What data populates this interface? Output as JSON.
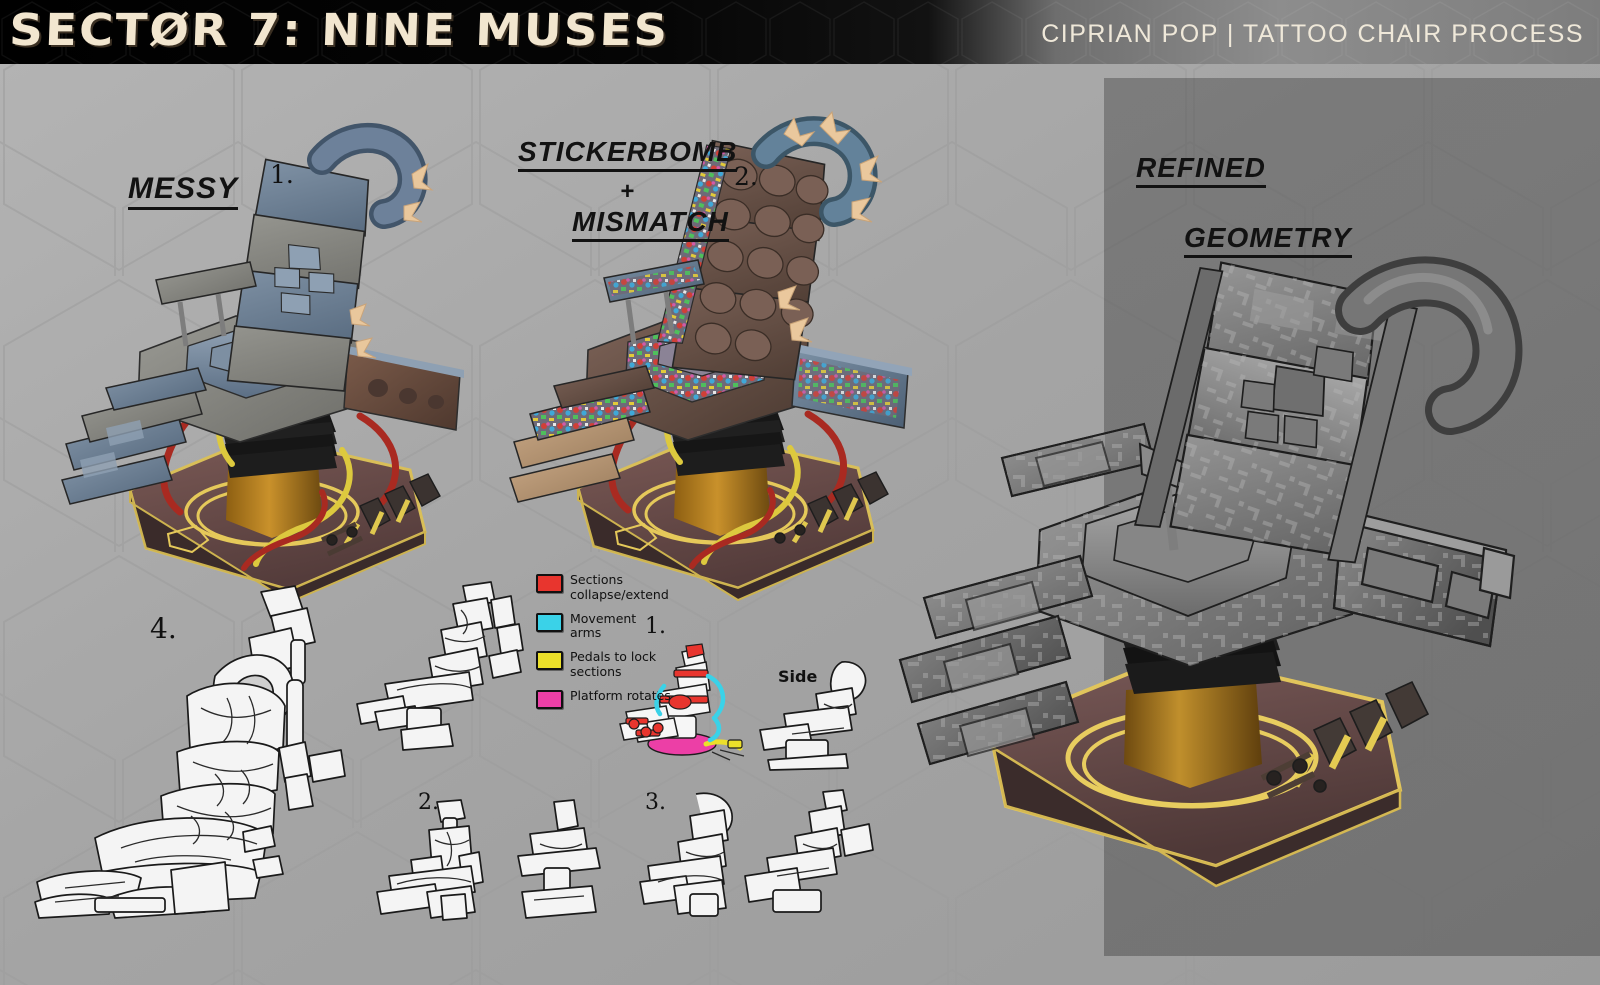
{
  "header": {
    "title": "SECTØR 7: NINE MUSES",
    "credit": "CIPRIAN POP  |  TATTOO CHAIR PROCESS"
  },
  "labels": {
    "messy": "MESSY",
    "messy_number": "1.",
    "stickerbomb": "STICKERBOMB",
    "plus": "+",
    "mismatch": "MISMATCH",
    "stickerbomb_number": "2.",
    "refined": "REFINED",
    "geometry": "GEOMETRY",
    "sketch_4": "4.",
    "sketch_2": "2.",
    "sketch_3": "3.",
    "thumb_1": "1.",
    "side_view": "Side"
  },
  "legend": {
    "items": [
      {
        "color": "#e8352e",
        "text": "Sections\ncollapse/extend"
      },
      {
        "color": "#3ad2e8",
        "text": "Movement\narms"
      },
      {
        "color": "#ece02a",
        "text": "Pedals to lock\nsections"
      },
      {
        "color": "#ec3fa6",
        "text": "Platform rotates"
      }
    ]
  },
  "palette": {
    "background": "#a6a6a6",
    "header_dark": "#000000",
    "header_light": "#8d8d8d",
    "title_cream": "#f2e6cf",
    "chair_blue": "#6c7f93",
    "chair_gray": "#8e8e8e",
    "chair_brown": "#6a5248",
    "platform_maroon": "#6b4c4c",
    "trim_gold": "#e5c95a",
    "piston_amber": "#a9761c",
    "bellows_black": "#141414",
    "hose_red": "#b02a22",
    "hose_yellow": "#e0cc3c",
    "refined_gray": "#7d7d7d",
    "ink_black": "#121212",
    "sketch_white": "#f4f4f4"
  },
  "panels": {
    "variant_1": "messy blue-gray padded chair, variant 1",
    "variant_2": "stickerbomb mismatch chair, variant 2",
    "refined": "refined geometry hero render, monochrome gray",
    "lineart": "white line-art three-quarter sketch, variant 4",
    "thumbnails": "small grayscale chair thumbnails, variants 2 and 3",
    "color_thumb": "color-coded mechanics thumbnail, variant 1",
    "side_thumb": "side view thumbnail"
  }
}
